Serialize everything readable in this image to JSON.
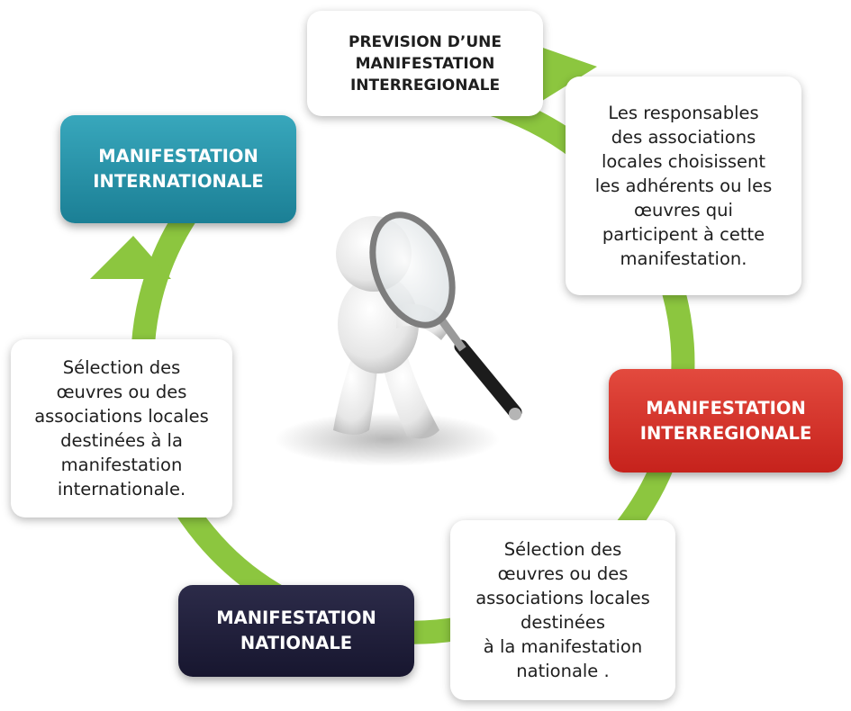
{
  "diagram": {
    "top_title": "PREVISION D’UNE\nMANIFESTATION\nINTERREGIONALE",
    "step_local_choice": "Les responsables\ndes associations\nlocales choisissent\nles adhérents ou les\nœuvres qui\nparticipent à cette\nmanifestation.",
    "interregional": "MANIFESTATION\nINTERREGIONALE",
    "selection_national": "Sélection des\nœuvres ou des\nassociations locales\ndestinées\nà la manifestation\nnationale .",
    "national": "MANIFESTATION\nNATIONALE",
    "selection_international": "Sélection des\nœuvres ou des\nassociations locales\ndestinées à la\nmanifestation\ninternationale.",
    "international": "MANIFESTATION\nINTERNATIONALE"
  },
  "colors": {
    "cycle_arrow": "#8cc63f",
    "international_box": "#2596ad",
    "interregional_box": "#d9352e",
    "national_box": "#201f3c"
  },
  "icons": {
    "center_figure": "figure-with-magnifying-glass-icon"
  }
}
